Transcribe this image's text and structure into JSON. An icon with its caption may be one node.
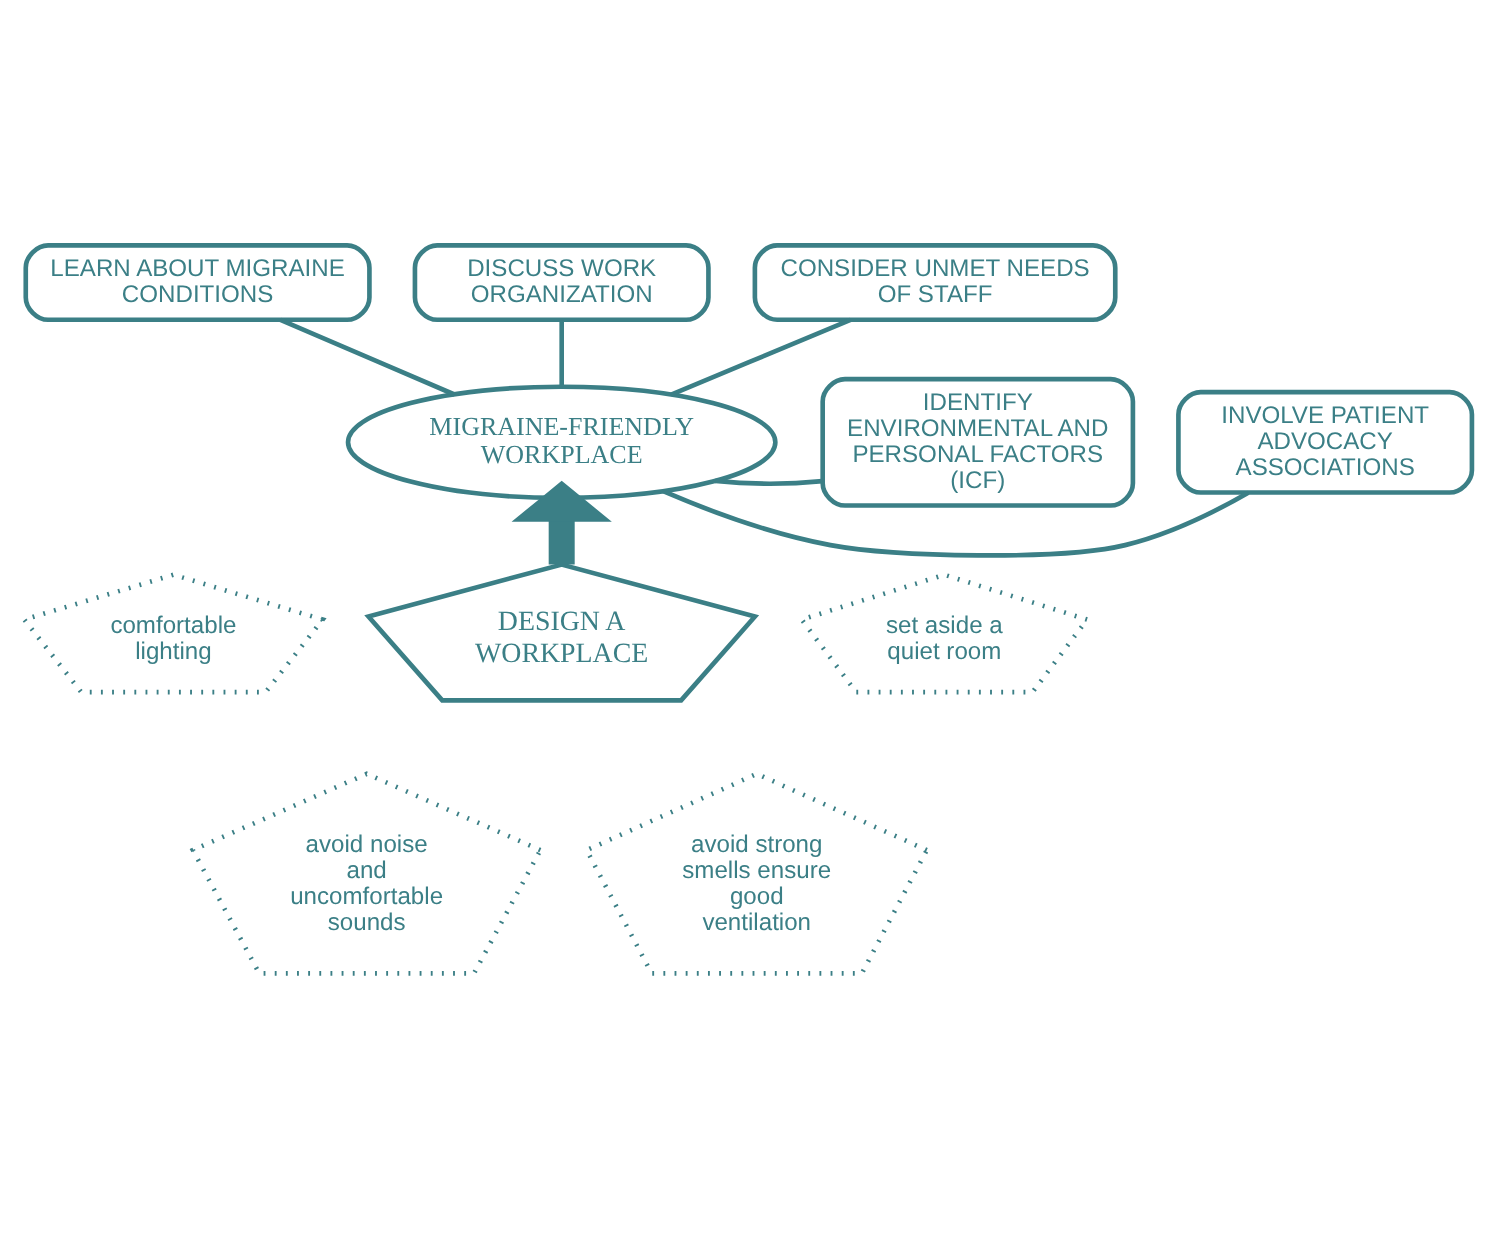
{
  "diagram": {
    "nodes": [
      {
        "text": [
          "MIGRAINE-FRIENDLY WORKPLACE"
        ]
      },
      {
        "text": [
          "LEARN ABOUT MIGRAINE CONDITIONS"
        ]
      },
      {
        "text": [
          "DISCUSS WORK ORGANIZATION"
        ]
      },
      {
        "text": [
          "CONSIDER UNMET NEEDS OF STAFF"
        ]
      },
      {
        "text": [
          "INVOLVE PATIENT ADVOCACY ASSOCIATIONS"
        ]
      },
      {
        "text": [
          "IDENTIFY ENVIRONMENTAL AND PERSONAL FACTORS (ICF)"
        ]
      },
      {
        "text": [
          "DESIGN A WORKPLACE"
        ]
      },
      {
        "text": [
          "comfortable lighting"
        ]
      },
      {
        "text": [
          "set aside a quiet room"
        ]
      },
      {
        "text": [
          "avoid noise and uncomfortable sounds"
        ]
      },
      {
        "text": [
          "avoid strong smells ensure good ventilation"
        ]
      }
    ],
    "edges": [
      {
        "from": 0,
        "to": 1,
        "arrow": "none"
      },
      {
        "from": 0,
        "to": 2,
        "arrow": "none"
      },
      {
        "from": 0,
        "to": 3,
        "arrow": "none"
      },
      {
        "from": 0,
        "to": 4,
        "arrow": "none"
      },
      {
        "from": 0,
        "to": 5,
        "arrow": "none"
      },
      {
        "from": 6,
        "to": 0,
        "arrow": "to",
        "style": "thick"
      }
    ]
  }
}
